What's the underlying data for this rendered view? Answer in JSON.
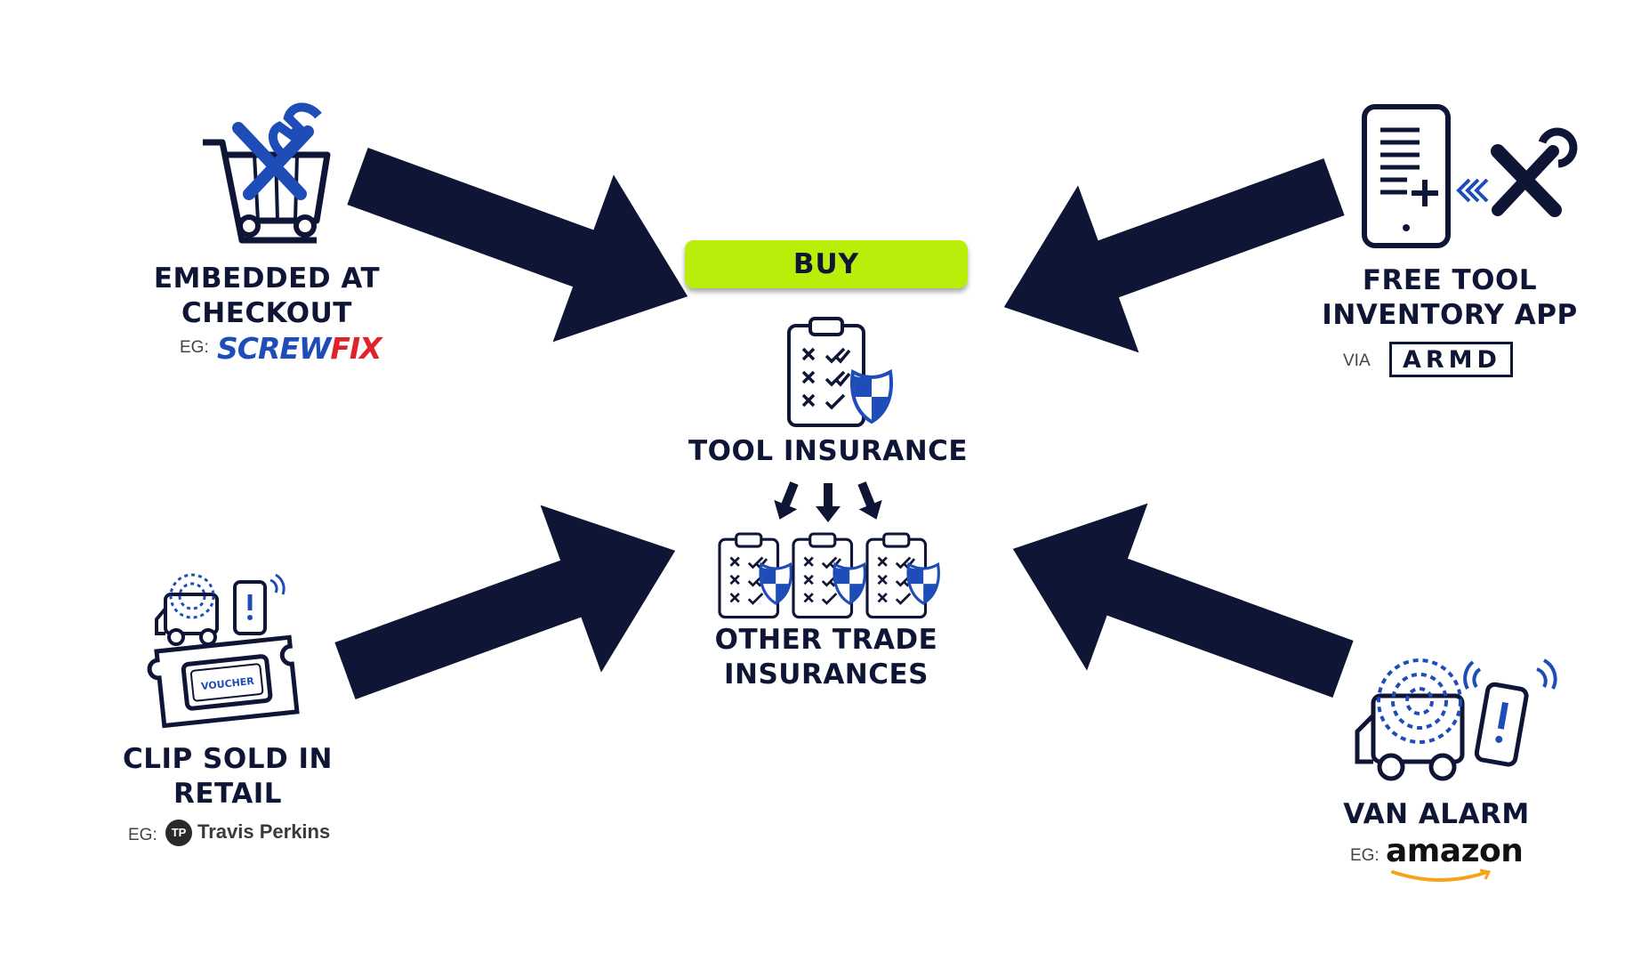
{
  "colors": {
    "navy": "#0f1535",
    "blue": "#1e4db7",
    "lime": "#b9ee0b",
    "red": "#e0232b",
    "amazon_orange": "#f7a21b"
  },
  "center": {
    "buy_label": "BUY",
    "tool_insurance": "TOOL INSURANCE",
    "other_line1": "OTHER TRADE",
    "other_line2": "INSURANCES"
  },
  "top_left": {
    "line1": "EMBEDDED AT",
    "line2": "CHECKOUT",
    "eg": "EG:",
    "logo_part1": "SCREW",
    "logo_part2": "FIX",
    "icon": "cart-tools-icon"
  },
  "top_right": {
    "line1": "FREE TOOL",
    "line2": "INVENTORY APP",
    "via": "VIA",
    "logo": "ARMD",
    "icon": "phone-tools-icon"
  },
  "bottom_left": {
    "line1": "CLIP SOLD IN",
    "line2": "RETAIL",
    "eg": "EG:",
    "logo_badge": "TP",
    "logo": "Travis Perkins",
    "voucher": "VOUCHER",
    "icon": "voucher-icon"
  },
  "bottom_right": {
    "line1": "VAN ALARM",
    "eg": "EG:",
    "logo": "amazon",
    "icon": "van-alarm-icon"
  }
}
